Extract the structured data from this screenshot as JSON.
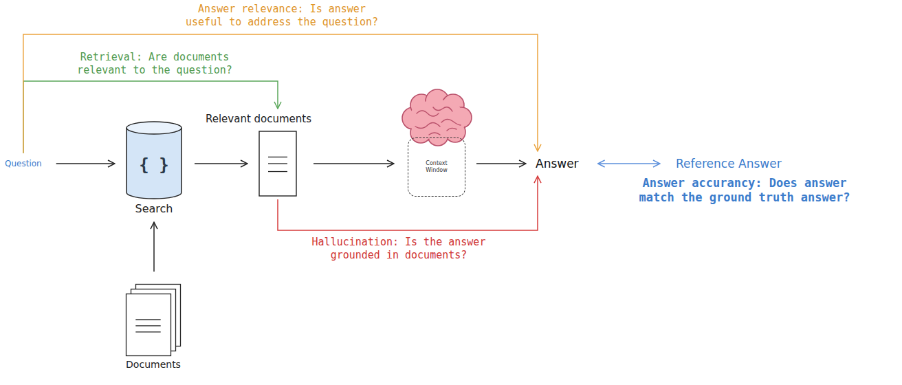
{
  "diagram": {
    "nodes": [
      {
        "text": [
          "Question"
        ]
      },
      {
        "text": [
          "{ }",
          "Search"
        ]
      },
      {
        "text": [
          "Relevant documents"
        ]
      },
      {
        "text": [
          "Context Window"
        ]
      },
      {
        "text": [
          "Answer"
        ]
      },
      {
        "text": [
          "Reference Answer"
        ]
      },
      {
        "text": [
          "Documents"
        ]
      }
    ],
    "edges": [
      {
        "from": 0,
        "to": 1,
        "arrow": "to"
      },
      {
        "from": 1,
        "to": 2,
        "arrow": "to"
      },
      {
        "from": 2,
        "to": 3,
        "arrow": "to"
      },
      {
        "from": 3,
        "to": 4,
        "arrow": "to"
      },
      {
        "from": 4,
        "to": 5,
        "arrow": "both",
        "label": "Answer accurancy: Does answer match the ground truth answer?"
      },
      {
        "from": 6,
        "to": 1,
        "arrow": "to"
      },
      {
        "from": 0,
        "to": 2,
        "arrow": "to",
        "label": "Retrieval: Are documents relevant to the question?"
      },
      {
        "from": 0,
        "to": 4,
        "arrow": "to",
        "label": "Answer relevance: Is answer useful to address the question?"
      },
      {
        "from": 2,
        "to": 4,
        "arrow": "to",
        "label": "Hallucination: Is the answer grounded in documents?"
      }
    ]
  }
}
